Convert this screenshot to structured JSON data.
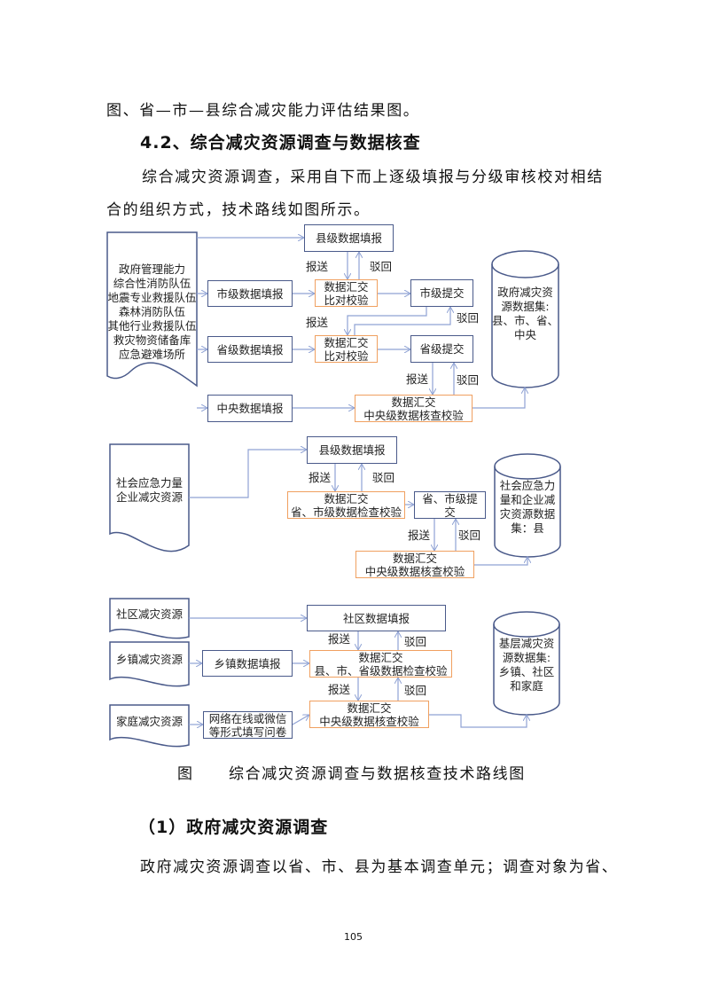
{
  "text": {
    "line1": "图、省—市—县综合减灾能力评估结果图。",
    "heading": "4.2、综合减灾资源调查与数据核查",
    "para1a": "综合减灾资源调查，采用自下而上逐级填报与分级审核校对相结",
    "para1b": "合的组织方式，技术路线如图所示。",
    "caption_prefix": "图",
    "caption": "综合减灾资源调查与数据核查技术路线图",
    "heading2": "（1）政府减灾资源调查",
    "para2": "政府减灾资源调查以省、市、县为基本调查单元；调查对象为省、",
    "page_number": "105"
  },
  "diagram1": {
    "source": "政府管理能力\n综合性消防队伍\n地震专业救援队伍\n森林消防队伍\n其他行业救援队伍\n救灾物资储备库\n应急避难场所",
    "county_fill": "县级数据填报",
    "city_fill": "市级数据填报",
    "province_fill": "省级数据填报",
    "central_fill": "中央数据填报",
    "summary_city": "数据汇交\n比对校验",
    "summary_province": "数据汇交\n比对校验",
    "city_submit": "市级提交",
    "province_submit": "省级提交",
    "central_check": "数据汇交\n中央级数据核查校验",
    "dataset": "政府减灾资\n源数据集:\n县、市、省、\n中央",
    "send": "报送",
    "reject": "驳回"
  },
  "diagram2": {
    "source": "社会应急力量\n企业减灾资源",
    "county_fill": "县级数据填报",
    "summary": "数据汇交\n省、市级数据检查校验",
    "submit": "省、市级提\n交",
    "central_check": "数据汇交\n中央级数据核查校验",
    "dataset": "社会应急力\n量和企业减\n灾资源数据\n集：县",
    "send": "报送",
    "reject": "驳回"
  },
  "diagram3": {
    "community_source": "社区减灾资源",
    "town_source": "乡镇减灾资源",
    "family_source": "家庭减灾资源",
    "community_fill": "社区数据填报",
    "town_fill": "乡镇数据填报",
    "online_form": "网络在线或微信\n等形式填写问卷",
    "summary": "数据汇交\n县、市、省级数据检查校验",
    "central_check": "数据汇交\n中央级数据核查校验",
    "dataset": "基层减灾资\n源数据集:\n乡镇、社区\n和家庭",
    "send": "报送",
    "reject": "驳回"
  },
  "colors": {
    "box_border": "#4a5a8a",
    "summary_border": "#f0a060",
    "arrow": "#8fa2d4"
  }
}
